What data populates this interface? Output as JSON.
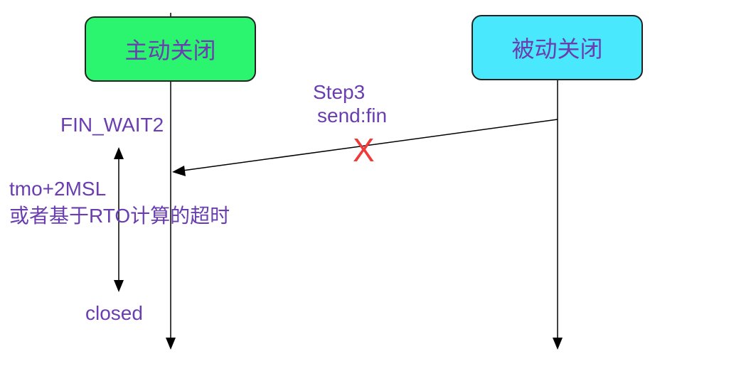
{
  "nodes": {
    "active_close": "主动关闭",
    "passive_close": "被动关闭"
  },
  "message": {
    "step": "Step3",
    "action": "send:fin",
    "lost_mark": "X"
  },
  "states": {
    "fin_wait2": "FIN_WAIT2",
    "timeout_line1": "tmo+2MSL",
    "timeout_line2": "或者基于RTO计算的超时",
    "closed": "closed"
  },
  "colors": {
    "active_box": "#2bf46e",
    "passive_box": "#4ae8fc",
    "text": "#6a3db0",
    "lost_mark": "#f03a3a",
    "lines": "#000000"
  }
}
